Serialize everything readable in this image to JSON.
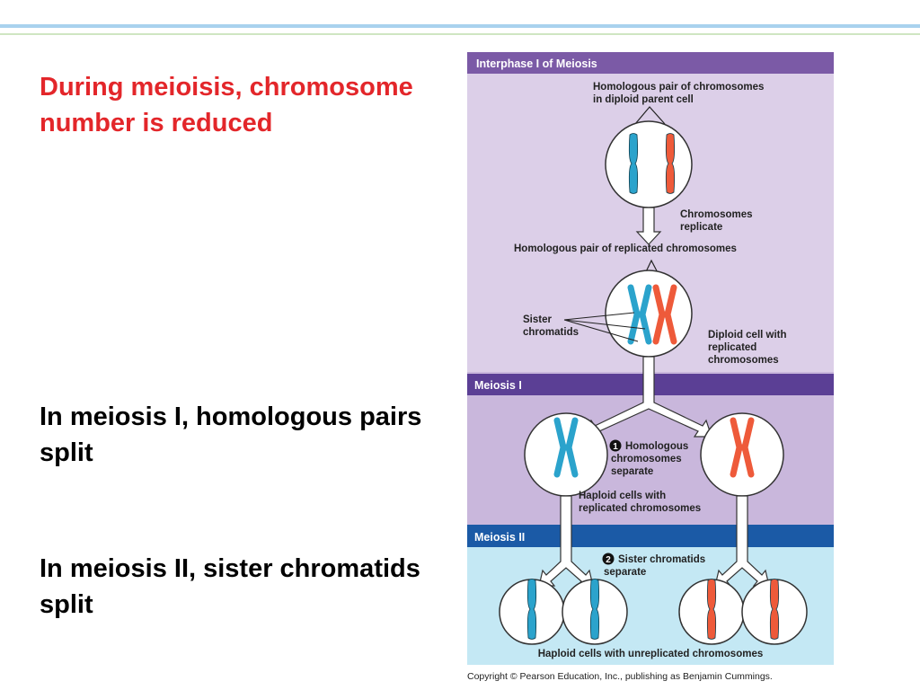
{
  "slide": {
    "heading": "During meioisis, chromosome number is reduced",
    "point1": "In meiosis I, homologous pairs split",
    "point2": "In meiosis II, sister chromatids split",
    "copyright": "Copyright © Pearson Education, Inc., publishing as Benjamin Cummings."
  },
  "figure": {
    "interphase": {
      "title": "Interphase I of Meiosis",
      "label_homologous_line1": "Homologous pair of chromosomes",
      "label_homologous_line2": "in diploid parent cell",
      "label_replicate_line1": "Chromosomes",
      "label_replicate_line2": "replicate",
      "label_replicated_pair": "Homologous pair of replicated chromosomes",
      "label_sister_line1": "Sister",
      "label_sister_line2": "chromatids",
      "label_diploid_line1": "Diploid cell with",
      "label_diploid_line2": "replicated",
      "label_diploid_line3": "chromosomes"
    },
    "meiosis1": {
      "title": "Meiosis I",
      "step_number": "1",
      "step_line1": "Homologous",
      "step_line2": "chromosomes",
      "step_line3": "separate",
      "haploid_line1": "Haploid cells with",
      "haploid_line2": "replicated chromosomes"
    },
    "meiosis2": {
      "title": "Meiosis II",
      "step_number": "2",
      "step_line1": "Sister chromatids",
      "step_line2": "separate",
      "result": "Haploid cells with unreplicated chromosomes"
    },
    "colors": {
      "interphase_band": "#7b5aa6",
      "interphase_bg": "#dccfe8",
      "meiosis1_band": "#5b3f95",
      "meiosis1_bg": "#c9b7dc",
      "meiosis2_band": "#1b5aa6",
      "meiosis2_bg": "#c4e8f4",
      "chromosome_blue": "#2ba3cc",
      "chromosome_red": "#ee5a3a"
    }
  }
}
